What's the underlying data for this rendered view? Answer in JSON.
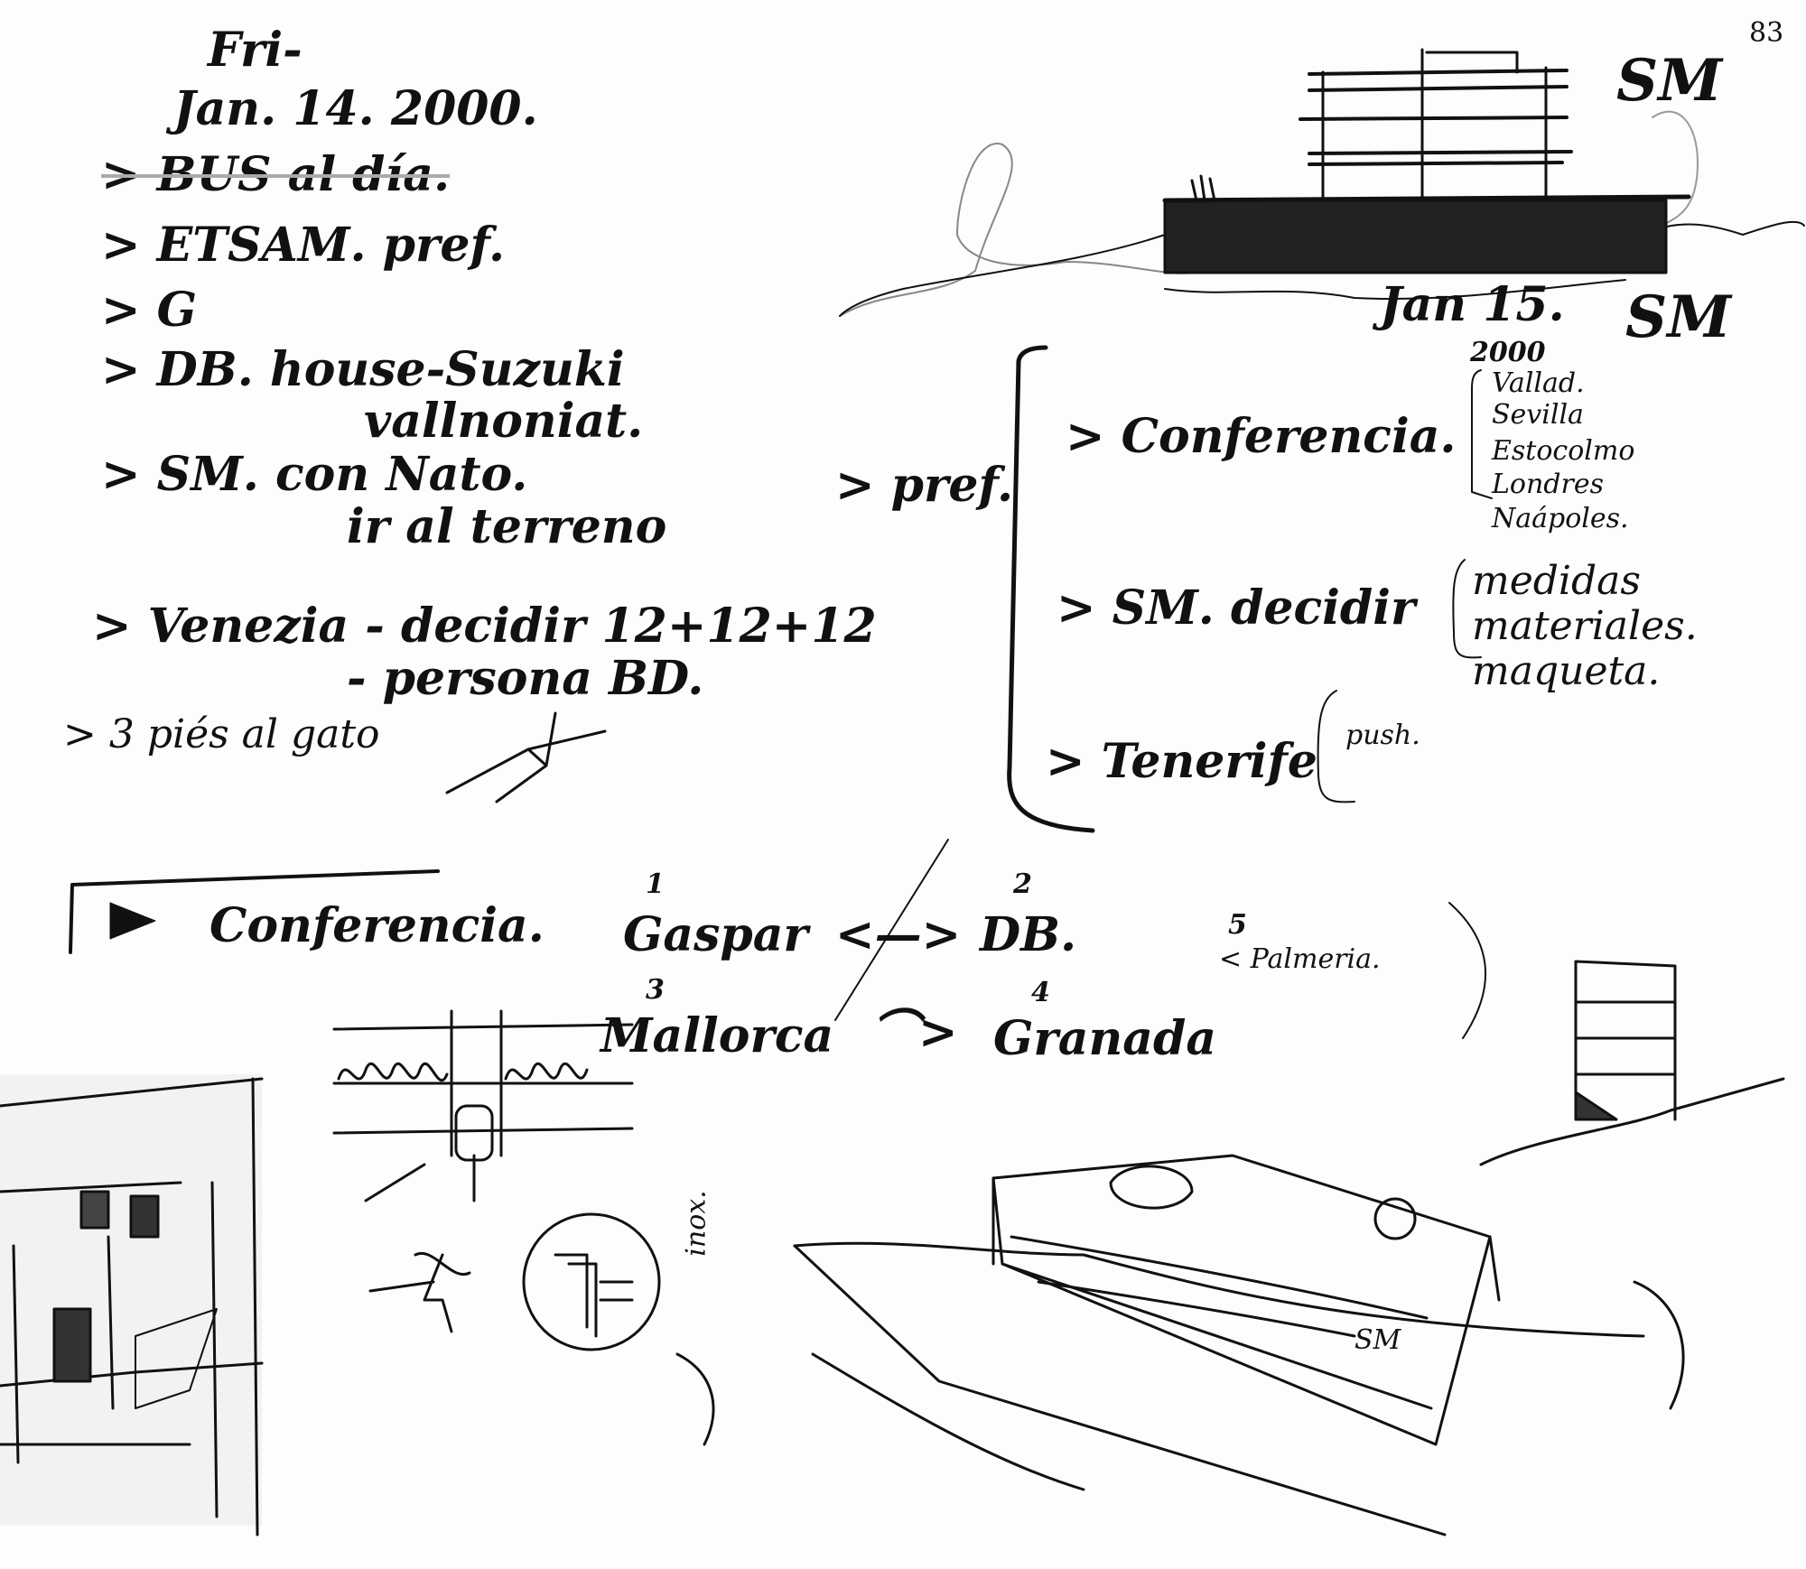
{
  "page_number": "83",
  "left_notes": {
    "day": "Fri-",
    "date": "Jan. 14. 2000.",
    "items": [
      "> BUS al día.",
      "> ETSAM. pref.",
      "> G",
      "> DB. house-Suzuki",
      "vallnoniat.",
      "> SM. con Nato.",
      "ir al terreno",
      "> Venezia - decidir 12+12+12",
      "- persona BD.",
      "> 3 piés al gato"
    ]
  },
  "right_notes": {
    "signature_top": "SM",
    "date": "Jan 15.",
    "year": "2000",
    "signature_date": "SM",
    "pref_label": "> pref.",
    "items": [
      {
        "label": "> Conferencia.",
        "sub": [
          "Vallad.",
          "Sevilla",
          "Estocolmo",
          "Londres",
          "Naápoles."
        ]
      },
      {
        "label": "> SM. decidir",
        "sub": [
          "medidas",
          "materiales.",
          "maqueta."
        ]
      },
      {
        "label": "> Tenerife",
        "sub": [
          "push."
        ]
      }
    ]
  },
  "conferencia_section": {
    "title": "Conferencia.",
    "route1_num_a": "1",
    "route1_a": "Gaspar",
    "route1_arrow": "<—>",
    "route1_num_b": "2",
    "route1_b": "DB.",
    "route2_num_a": "3",
    "route2_a": "Mallorca",
    "route2_arrow": "⌒>",
    "route2_num_b": "4",
    "route2_b": "Granada",
    "route3_num": "5",
    "route3": "< Palmeria."
  },
  "detail_label": "inox.",
  "sketch_signature": "SM"
}
